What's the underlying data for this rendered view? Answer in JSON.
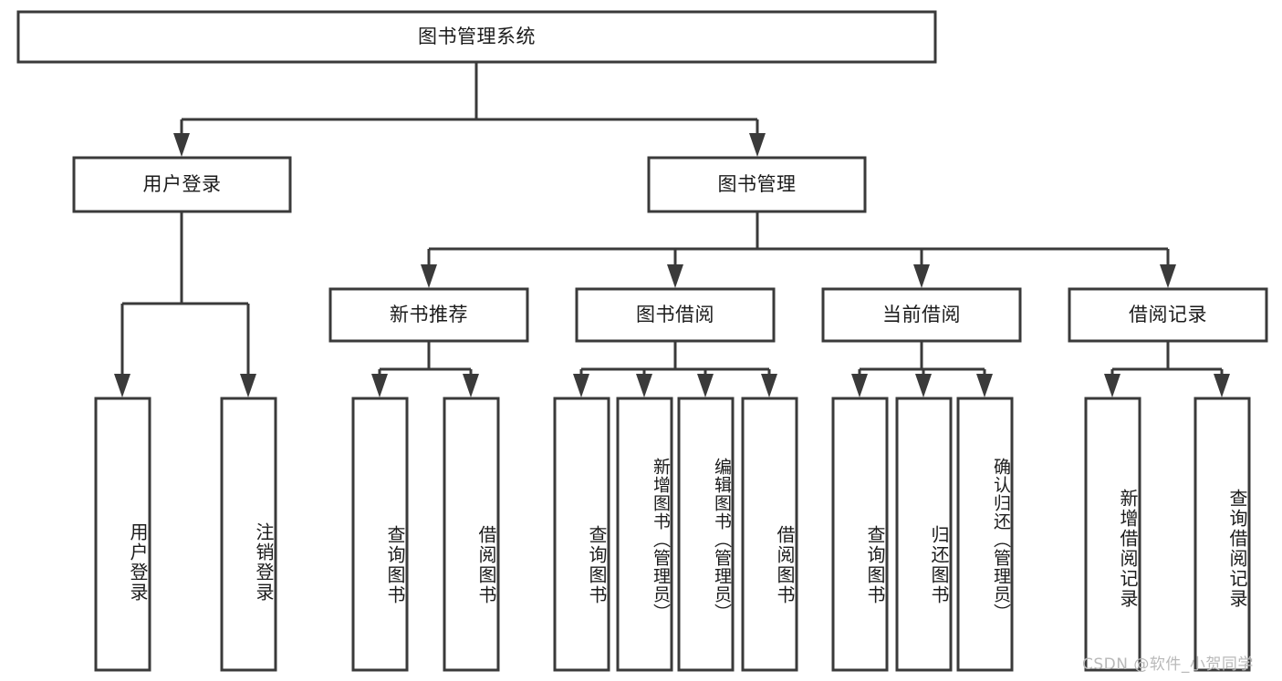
{
  "diagram": {
    "type": "tree-hierarchy",
    "title": "图书管理系统",
    "root": {
      "id": "root",
      "label": "图书管理系统",
      "orientation": "horizontal"
    },
    "level1": [
      {
        "id": "user-login",
        "label": "用户登录",
        "orientation": "horizontal"
      },
      {
        "id": "book-management",
        "label": "图书管理",
        "orientation": "horizontal"
      }
    ],
    "level2": [
      {
        "id": "new-book-recommend",
        "label": "新书推荐",
        "orientation": "horizontal",
        "parent": "book-management"
      },
      {
        "id": "book-borrow",
        "label": "图书借阅",
        "orientation": "horizontal",
        "parent": "book-management"
      },
      {
        "id": "current-borrow",
        "label": "当前借阅",
        "orientation": "horizontal",
        "parent": "book-management"
      },
      {
        "id": "borrow-record",
        "label": "借阅记录",
        "orientation": "horizontal",
        "parent": "book-management"
      }
    ],
    "leaves": [
      {
        "id": "leaf-user-login",
        "label": "用户登录",
        "parent": "user-login",
        "orientation": "vertical"
      },
      {
        "id": "leaf-user-logout",
        "label": "注销登录",
        "parent": "user-login",
        "orientation": "vertical"
      },
      {
        "id": "leaf-query-book-1",
        "label": "查询图书",
        "parent": "new-book-recommend",
        "orientation": "vertical"
      },
      {
        "id": "leaf-borrow-book-1",
        "label": "借阅图书",
        "parent": "new-book-recommend",
        "orientation": "vertical"
      },
      {
        "id": "leaf-query-book-2",
        "label": "查询图书",
        "parent": "book-borrow",
        "orientation": "vertical"
      },
      {
        "id": "leaf-add-book",
        "label": "新增图书（管理员）",
        "parent": "book-borrow",
        "orientation": "vertical"
      },
      {
        "id": "leaf-edit-book",
        "label": "编辑图书（管理员）",
        "parent": "book-borrow",
        "orientation": "vertical"
      },
      {
        "id": "leaf-borrow-book-2",
        "label": "借阅图书",
        "parent": "book-borrow",
        "orientation": "vertical"
      },
      {
        "id": "leaf-query-book-3",
        "label": "查询图书",
        "parent": "current-borrow",
        "orientation": "vertical"
      },
      {
        "id": "leaf-return-book",
        "label": "归还图书",
        "parent": "current-borrow",
        "orientation": "vertical"
      },
      {
        "id": "leaf-confirm-return",
        "label": "确认归还（管理员）",
        "parent": "current-borrow",
        "orientation": "vertical"
      },
      {
        "id": "leaf-add-record",
        "label": "新增借阅记录",
        "parent": "borrow-record",
        "orientation": "vertical"
      },
      {
        "id": "leaf-query-record",
        "label": "查询借阅记录",
        "parent": "borrow-record",
        "orientation": "vertical"
      }
    ]
  },
  "watermark": {
    "text": "CSDN @软件_小贺同学"
  },
  "colors": {
    "box_border": "#3a3a3a",
    "box_fill": "#ffffff",
    "line": "#3a3a3a",
    "text": "#1b1b1b",
    "background": "#ffffff",
    "watermark": "#b9b9b9"
  }
}
